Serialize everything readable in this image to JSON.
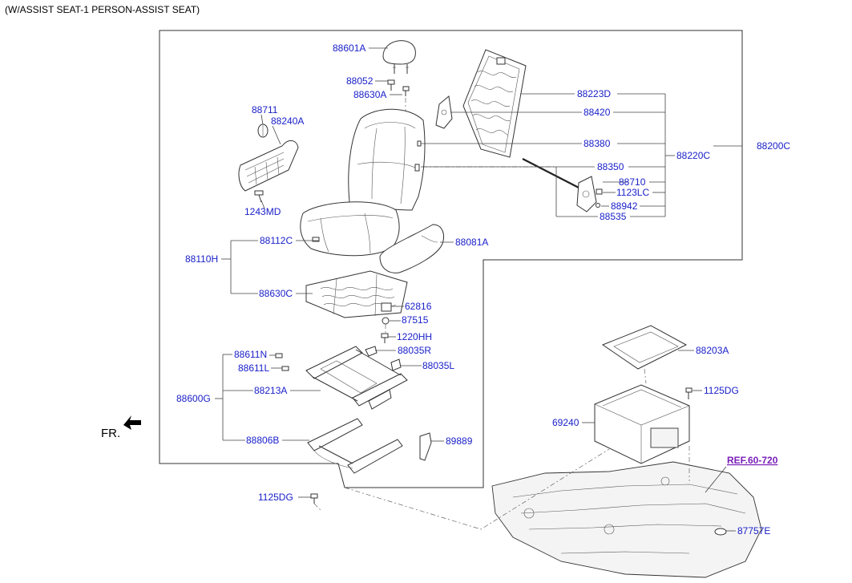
{
  "header": {
    "title": "(W/ASSIST SEAT-1 PERSON-ASSIST SEAT)"
  },
  "orientation": {
    "label": "FR."
  },
  "reference": {
    "label": "REF.60-720"
  },
  "parts": {
    "p88601A": "88601A",
    "p88052": "88052",
    "p88630A": "88630A",
    "p88711": "88711",
    "p88240A": "88240A",
    "p1243MD": "1243MD",
    "p88223D": "88223D",
    "p88420": "88420",
    "p88380": "88380",
    "p88220C": "88220C",
    "p88200C": "88200C",
    "p88350": "88350",
    "p88710": "88710",
    "p1123LC": "1123LC",
    "p88942": "88942",
    "p88535": "88535",
    "p88112C": "88112C",
    "p88081A": "88081A",
    "p88110H": "88110H",
    "p88630C": "88630C",
    "p62816": "62816",
    "p87515": "87515",
    "p1220HH": "1220HH",
    "p88611N": "88611N",
    "p88035R": "88035R",
    "p88611L": "88611L",
    "p88035L": "88035L",
    "p88600G": "88600G",
    "p88213A": "88213A",
    "p88806B": "88806B",
    "p89889": "89889",
    "p1125DG_a": "1125DG",
    "p88203A": "88203A",
    "p1125DG_b": "1125DG",
    "p69240": "69240",
    "p87757E": "87757E"
  }
}
